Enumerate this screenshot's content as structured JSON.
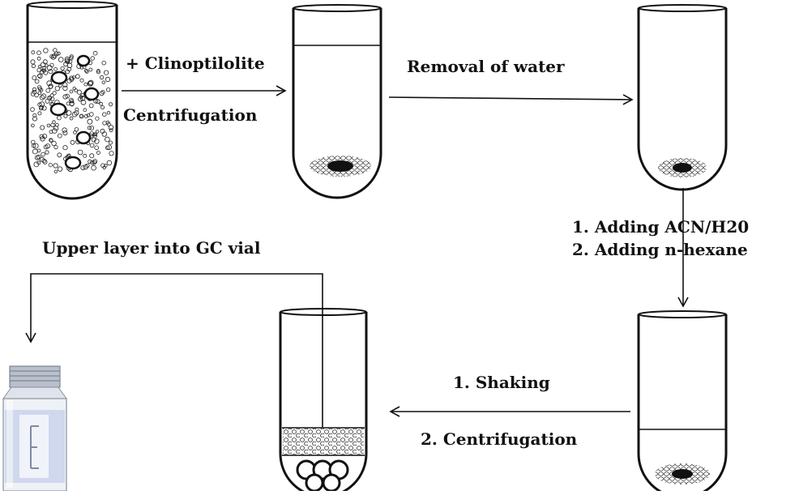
{
  "colors": {
    "ink": "#111111",
    "vial_label": "#c9d3ea",
    "vial_glass": "#eef1f6",
    "vial_cap": "#b9c0cc"
  },
  "steps": {
    "add_label": "+ Clinoptilolite",
    "centrifuge_label": "Centrifugation",
    "removal_label": "Removal of water",
    "adding_acn_label": "1. Adding ACN/H20",
    "adding_hexane_label": "2. Adding n-hexane",
    "shaking_label": "1. Shaking",
    "centrifuge2_label": "2. Centrifugation",
    "transfer_label": "Upper layer into GC vial"
  },
  "icons": {
    "tube1": "test-tube-suspension-icon",
    "tube2": "test-tube-sediment-icon",
    "tube3": "test-tube-pellet-icon",
    "tube4": "test-tube-layered-icon",
    "tube5": "test-tube-separated-icon",
    "vial": "gc-vial-icon"
  }
}
